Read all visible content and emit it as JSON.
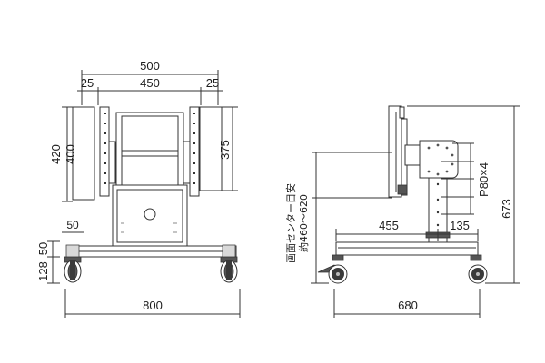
{
  "front_view": {
    "overall_width": "500",
    "vesa_span": "450",
    "left_offset": "25",
    "right_offset": "25",
    "mount_height": "420",
    "mount_inner_height": "400",
    "bracket_height": "375",
    "caster_label_50": "50",
    "base_height": "128",
    "base_50": "50",
    "base_width": "800"
  },
  "side_view": {
    "screen_center_label": "画面センター目安",
    "screen_center_range": "約460〜620",
    "base_front": "455",
    "base_rear": "135",
    "pitch_label": "P80×4",
    "total_height": "673",
    "depth": "680"
  }
}
